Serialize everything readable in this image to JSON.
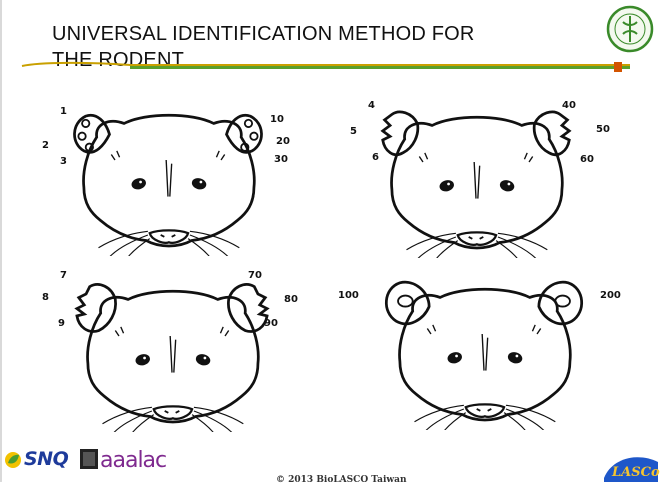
{
  "slide": {
    "title_line1": "UNIVERSAL IDENTIFICATION METHOD FOR",
    "title_line2": "THE RODENT"
  },
  "faces": [
    {
      "labels_left": [
        "1",
        "2",
        "3"
      ],
      "labels_right": [
        "10",
        "20",
        "30"
      ],
      "notch": "holes"
    },
    {
      "labels_left": [
        "4",
        "5",
        "6"
      ],
      "labels_right": [
        "40",
        "50",
        "60"
      ],
      "notch": "edge-notches"
    },
    {
      "labels_left": [
        "7",
        "8",
        "9"
      ],
      "labels_right": [
        "70",
        "80",
        "90"
      ],
      "notch": "double-notches"
    },
    {
      "labels_left": [
        "100"
      ],
      "labels_right": [
        "200"
      ],
      "notch": "center-holes"
    }
  ],
  "footer": {
    "snq": "SNQ",
    "aaalac": "aaalac",
    "copyright": "© 2013 BioLASCO Taiwan",
    "lasco": "LASCo"
  },
  "colors": {
    "rule_gold": "#c9a000",
    "rule_green": "#5aa02c",
    "brand_purple": "#7f2a8f",
    "snq_blue": "#1e3b9b"
  }
}
